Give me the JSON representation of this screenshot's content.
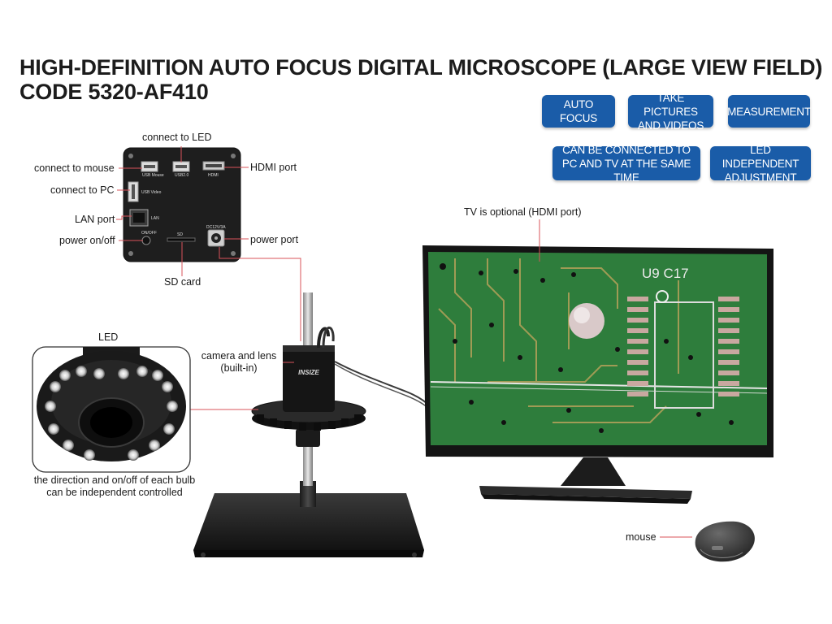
{
  "title": {
    "line1": "HIGH-DEFINITION AUTO FOCUS DIGITAL MICROSCOPE (LARGE VIEW FIELD)",
    "line2": "CODE 5320-AF410"
  },
  "features": [
    {
      "label": "AUTO FOCUS"
    },
    {
      "label": "TAKE PICTURES AND VIDEOS"
    },
    {
      "label": "MEASUREMENT"
    },
    {
      "label": "CAN BE CONNECTED TO PC AND TV AT THE SAME TIME"
    },
    {
      "label": "LED INDEPENDENT ADJUSTMENT"
    }
  ],
  "camera_panel": {
    "callouts": {
      "led": "connect to LED",
      "mouse": "connect to mouse",
      "pc": "connect to PC",
      "lan": "LAN port",
      "power_switch": "power on/off",
      "hdmi": "HDMI port",
      "power_port": "power port",
      "sd": "SD card"
    },
    "printed": {
      "usb_mouse": "USB Mouse",
      "usb2": "USB2.0",
      "hdmi": "HDMI",
      "usb_video": "USB Video",
      "lan": "LAN",
      "onoff": "ON/OFF",
      "sd": "SD",
      "dc": "DC12V/3A"
    }
  },
  "microscope": {
    "camera_label": "camera and lens (built-in)",
    "brand": "INSIZE"
  },
  "led": {
    "label": "LED",
    "caption": "the direction and on/off of each bulb can be independent controlled"
  },
  "monitor": {
    "label": "TV is optional (HDMI port)",
    "screen_text": "U9 C17",
    "screen_color": "#2e7d3c"
  },
  "mouse": {
    "label": "mouse"
  },
  "colors": {
    "accent": "#1a5ca8",
    "callout_line": "#d9535a"
  }
}
